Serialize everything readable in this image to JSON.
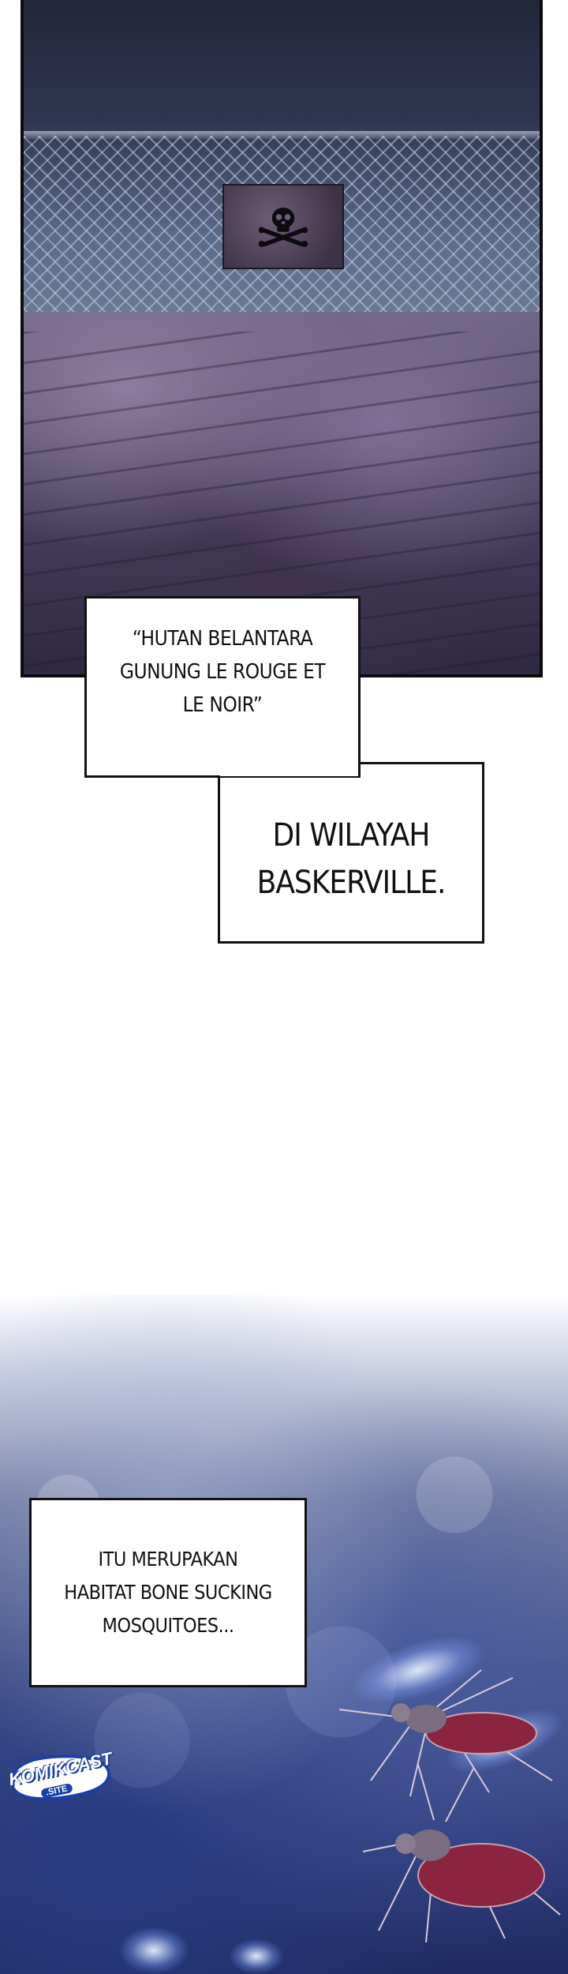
{
  "panel_top": {
    "sign_icon": "skull-crossbones-icon"
  },
  "captions": {
    "first": {
      "line1": "“HUTAN BELANTARA",
      "line2": "GUNUNG LE ROUGE ET",
      "line3": "LE NOIR”"
    },
    "second": {
      "line1": "DI WILAYAH",
      "line2": "BASKERVILLE."
    },
    "third": {
      "line1": "ITU MERUPAKAN",
      "line2": "HABITAT BONE SUCKING",
      "line3": "MOSQUITOES..."
    }
  },
  "watermark": {
    "brand": "KOMIKCAST",
    "sub": ".SITE"
  },
  "colors": {
    "caption_border": "#111111",
    "caption_bg": "#ffffff",
    "logo_blue": "#1a3fa8"
  }
}
